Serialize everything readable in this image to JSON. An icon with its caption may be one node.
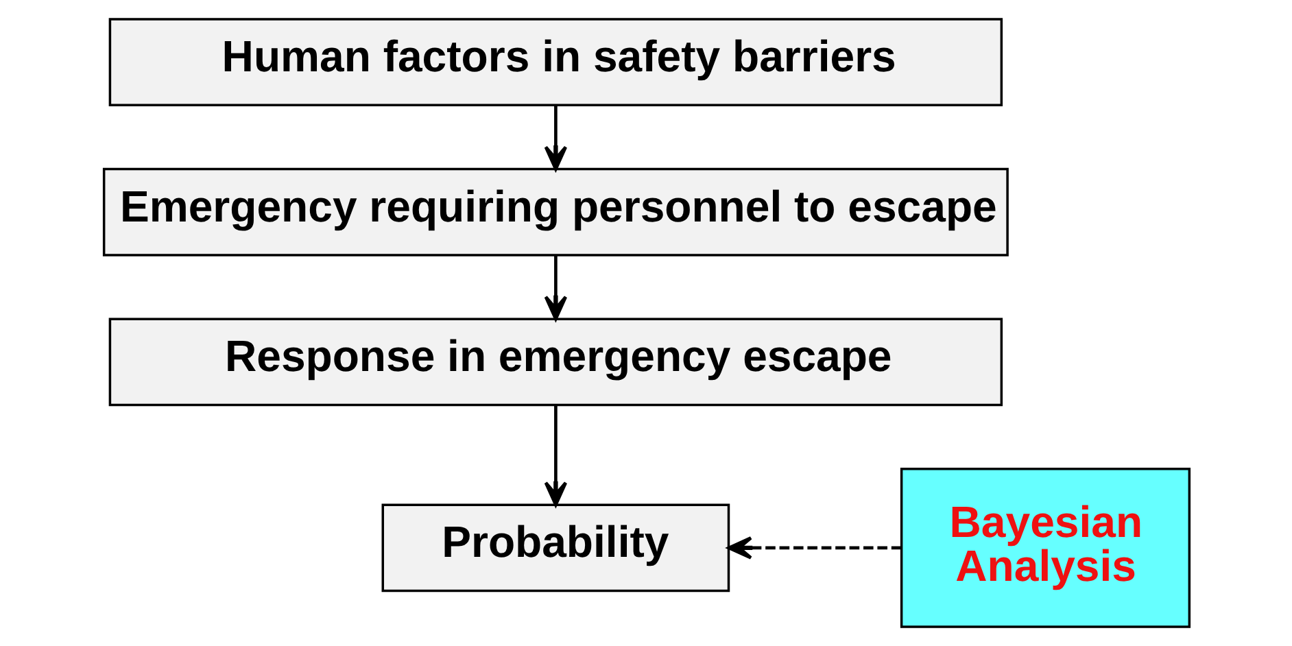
{
  "diagram": {
    "nodes": [
      {
        "text": [
          "Human factors in safety barriers"
        ]
      },
      {
        "text": [
          "Emergency requiring personnel to escape"
        ]
      },
      {
        "text": [
          "Response in emergency escape"
        ]
      },
      {
        "text": [
          "Probability"
        ]
      },
      {
        "text": [
          "Bayesian Analysis"
        ]
      }
    ],
    "edges": [
      {
        "from": 0,
        "to": 1,
        "arrow": "to"
      },
      {
        "from": 1,
        "to": 2,
        "arrow": "to"
      },
      {
        "from": 2,
        "to": 3,
        "arrow": "to"
      },
      {
        "from": 4,
        "to": 3,
        "arrow": "to",
        "style": "dashed"
      }
    ]
  }
}
